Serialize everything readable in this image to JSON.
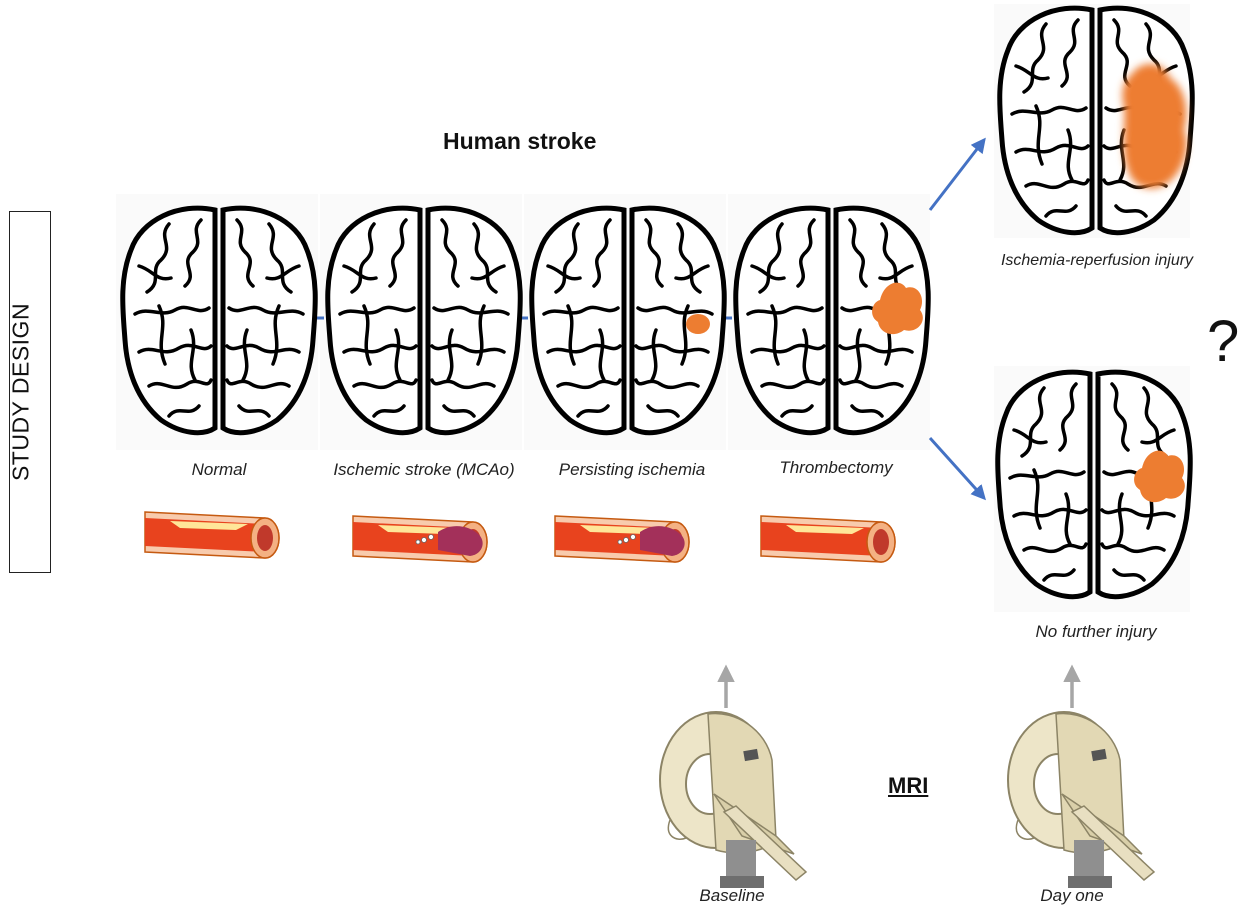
{
  "study_design": "STUDY DESIGN",
  "title": "Human stroke",
  "stages": [
    {
      "label": "Normal",
      "lesion": "none",
      "vessel": "open"
    },
    {
      "label": "Ischemic stroke (MCAo)",
      "lesion": "none",
      "vessel": "clot"
    },
    {
      "label": "Persisting ischemia",
      "lesion": "small",
      "vessel": "clot"
    },
    {
      "label": "Thrombectomy",
      "lesion": "medium",
      "vessel": "open"
    }
  ],
  "outcomes": [
    {
      "label": "Ischemia-reperfusion injury",
      "lesion": "large"
    },
    {
      "label": "No further injury",
      "lesion": "medium"
    }
  ],
  "question_mark": "?",
  "mri": {
    "title": "MRI",
    "timepoints": [
      "Baseline",
      "Day one"
    ]
  },
  "colors": {
    "lesion": "#ED7D31",
    "connector": "#4472C4",
    "imaging_arrow": "#A6A6A6",
    "vessel_wall": "#F4B183",
    "blood": "#E8431E",
    "plaque": "#FFE699",
    "clot": "#A3305A"
  }
}
